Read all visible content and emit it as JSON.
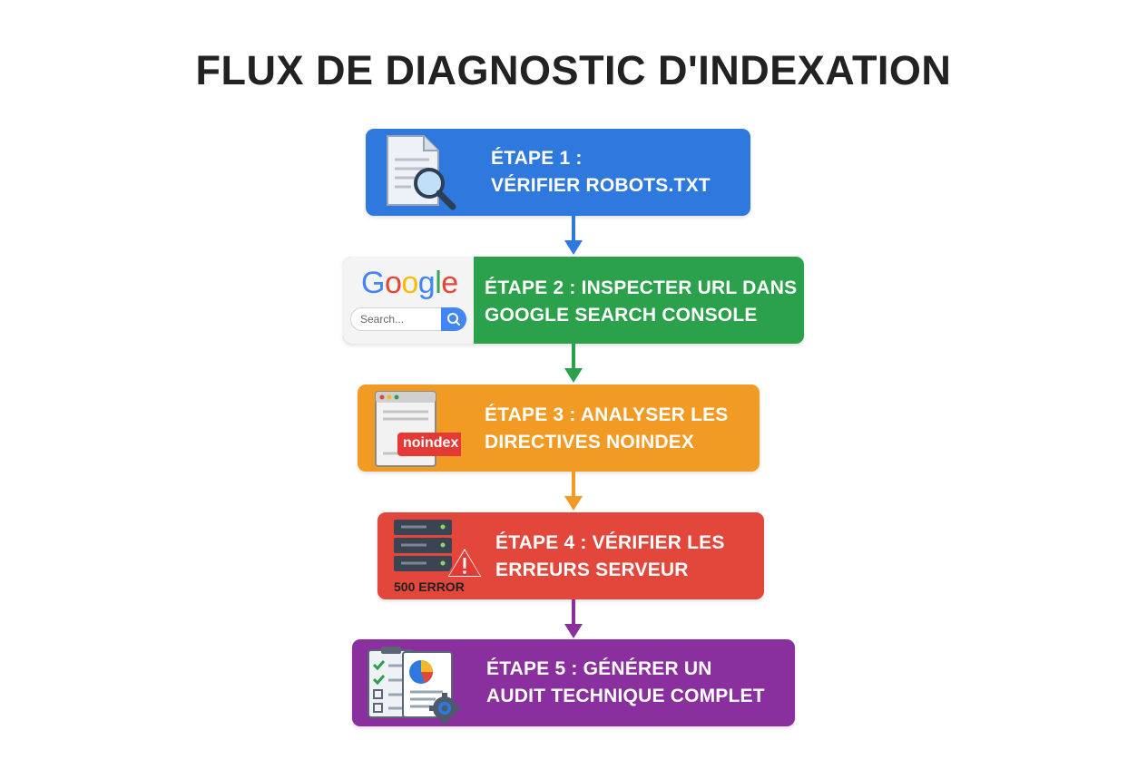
{
  "title": "FLUX DE DIAGNOSTIC D'INDEXATION",
  "steps": [
    {
      "line1": "ÉTAPE 1 :",
      "line2": "VÉRIFIER ROBOTS.TXT",
      "color": "#2f79de",
      "icon": "document-search-icon"
    },
    {
      "line1": "ÉTAPE 2 : INSPECTER URL DANS",
      "line2": "GOOGLE SEARCH CONSOLE",
      "color": "#2aa14a",
      "icon": "google-search-icon"
    },
    {
      "line1": "ÉTAPE 3 : ANALYSER LES",
      "line2": "DIRECTIVES NOINDEX",
      "color": "#f19a24",
      "icon": "browser-noindex-icon"
    },
    {
      "line1": "ÉTAPE 4 : VÉRIFIER LES",
      "line2": "ERREURS SERVEUR",
      "color": "#e3463a",
      "icon": "server-warning-icon"
    },
    {
      "line1": "ÉTAPE 5 : GÉNÉRER UN",
      "line2": "AUDIT TECHNIQUE COMPLET",
      "color": "#8a2f9e",
      "icon": "audit-report-icon"
    }
  ],
  "google": {
    "logo": [
      "G",
      "o",
      "o",
      "g",
      "l",
      "e"
    ],
    "logo_colors": [
      "#4285f4",
      "#ea4335",
      "#fbbc05",
      "#4285f4",
      "#34a853",
      "#ea4335"
    ],
    "search_placeholder": "Search..."
  },
  "icon_texts": {
    "noindex": "noindex",
    "error": "500 ERROR"
  },
  "arrow_colors": [
    "#2f79de",
    "#2aa14a",
    "#f19a24",
    "#8a2f9e"
  ]
}
